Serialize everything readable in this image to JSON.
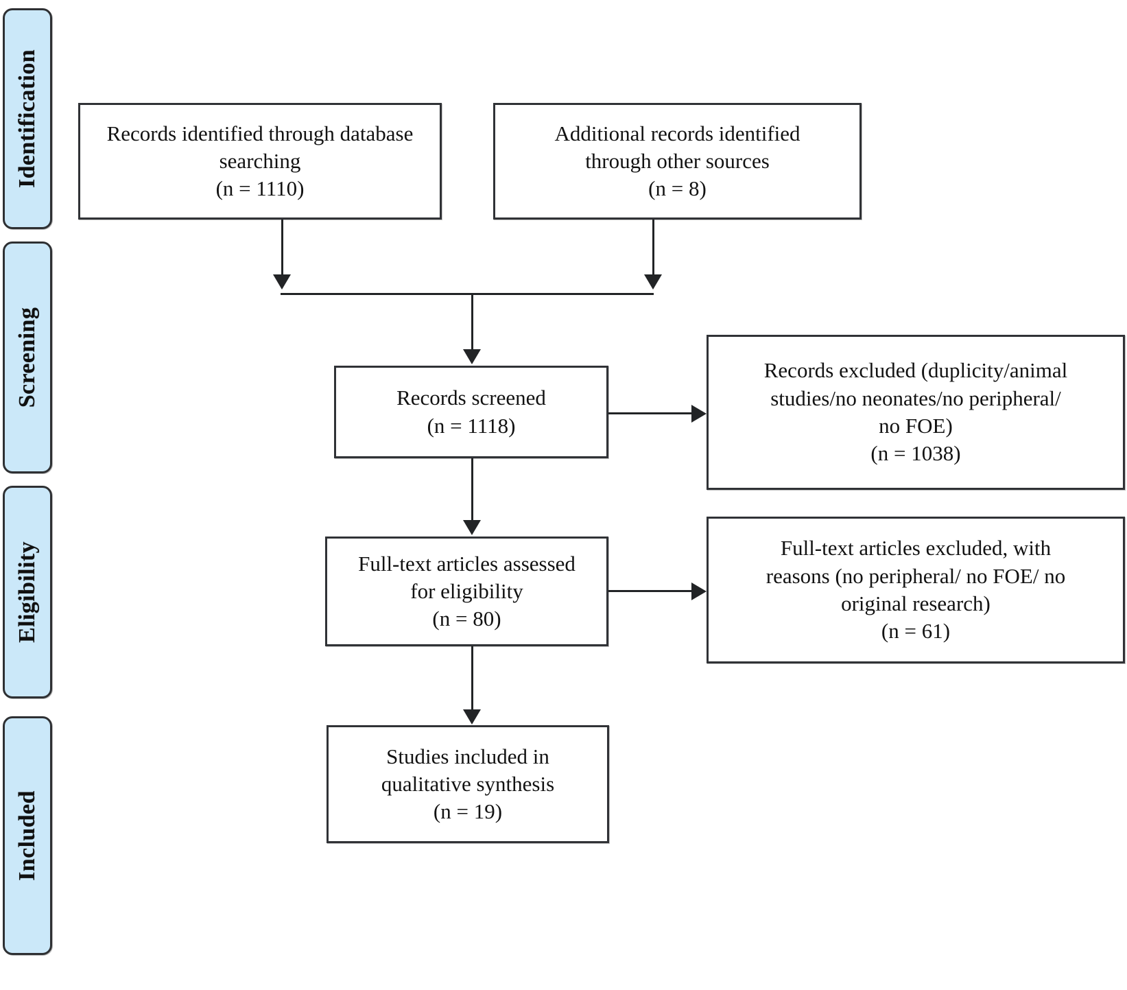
{
  "figure": {
    "type": "prisma-flow-diagram",
    "accent_color": "#cbe8f9",
    "border_color": "#303236",
    "background_color": "#ffffff"
  },
  "stages": [
    {
      "id": "identification",
      "label": "Identification"
    },
    {
      "id": "screening",
      "label": "Screening"
    },
    {
      "id": "eligibility",
      "label": "Eligibility"
    },
    {
      "id": "included",
      "label": "Included"
    }
  ],
  "boxes": {
    "database_search": {
      "line1": "Records identified through database",
      "line2": "searching",
      "line3": "(n = 1110)",
      "count": 1110
    },
    "other_sources": {
      "line1": "Additional records identified",
      "line2": "through other sources",
      "line3": "(n = 8)",
      "count": 8
    },
    "records_screened": {
      "line1": "Records screened",
      "line2": "(n = 1118)",
      "count": 1118
    },
    "records_excluded": {
      "line1": "Records excluded (duplicity/animal",
      "line2": "studies/no neonates/no peripheral/",
      "line3": "no FOE)",
      "line4": "(n = 1038)",
      "count": 1038
    },
    "fulltext_assessed": {
      "line1": "Full-text articles assessed",
      "line2": "for eligibility",
      "line3": "(n = 80)",
      "count": 80
    },
    "fulltext_excluded": {
      "line1": "Full-text articles excluded, with",
      "line2": "reasons (no peripheral/ no FOE/ no",
      "line3": "original research)",
      "line4": "(n = 61)",
      "count": 61
    },
    "studies_included": {
      "line1": "Studies included in",
      "line2": "qualitative synthesis",
      "line3": "(n = 19)",
      "count": 19
    }
  }
}
